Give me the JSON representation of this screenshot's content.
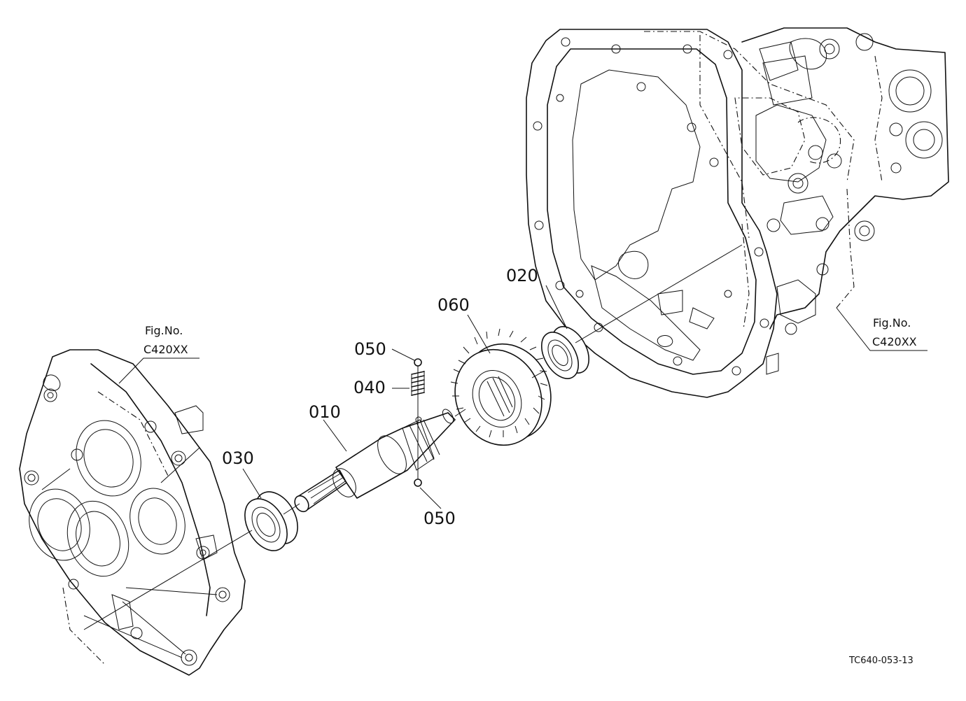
{
  "parts": [
    {
      "label": "010"
    },
    {
      "label": "020"
    },
    {
      "label": "030"
    },
    {
      "label": "040"
    },
    {
      "label": "050"
    },
    {
      "label": "050"
    },
    {
      "label": "060"
    }
  ],
  "references": [
    {
      "line1": "Fig.No.",
      "line2": "C420XX"
    },
    {
      "line1": "Fig.No.",
      "line2": "C420XX"
    }
  ],
  "drawing_code": "TC640-053-13"
}
